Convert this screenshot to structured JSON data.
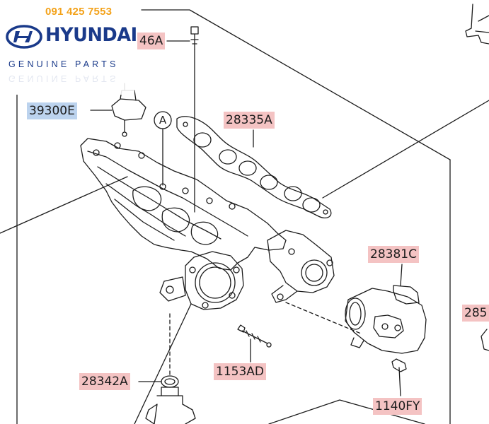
{
  "header": {
    "phone": "091 425 7553",
    "brand": "HYUNDAI",
    "tagline": "GENUINE PARTS",
    "brand_color": "#1a3a8a",
    "phone_color": "#f3a21a"
  },
  "callouts": {
    "item_a": "A",
    "parts": [
      {
        "id": "p46a",
        "label": "46A"
      },
      {
        "id": "p39300e",
        "label": "39300E"
      },
      {
        "id": "p28335a",
        "label": "28335A"
      },
      {
        "id": "p28381c",
        "label": "28381C"
      },
      {
        "id": "p285",
        "label": "285"
      },
      {
        "id": "p28342a",
        "label": "28342A"
      },
      {
        "id": "p1153ad",
        "label": "1153AD"
      },
      {
        "id": "p1140fy",
        "label": "1140FY"
      }
    ]
  },
  "colors": {
    "label_fill": "#f4c3c3",
    "selected_label_fill": "#bcd3ee",
    "line_color": "#1c1c1c"
  }
}
